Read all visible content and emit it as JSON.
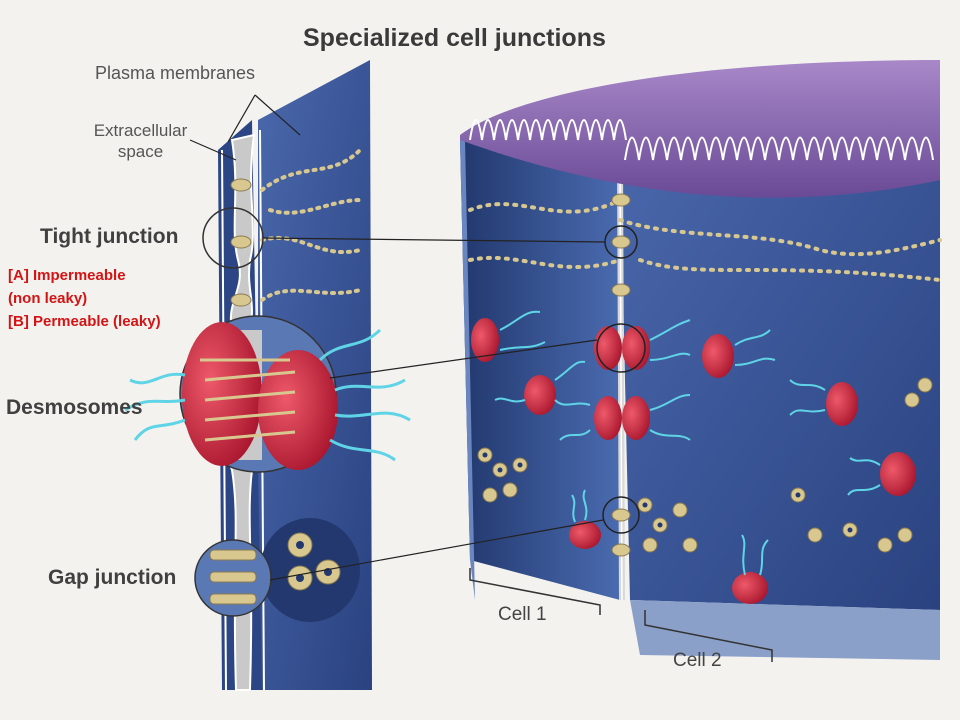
{
  "title": "Specialized cell junctions",
  "labels": {
    "plasma_membranes": "Plasma membranes",
    "extracellular_line1": "Extracellular",
    "extracellular_line2": "space",
    "tight_junction": "Tight junction",
    "desmosomes": "Desmosomes",
    "gap_junction": "Gap junction",
    "cell1": "Cell 1",
    "cell2": "Cell 2"
  },
  "annotations": {
    "a_line1": "[A] Impermeable",
    "a_line2": "(non leaky)",
    "b_line1": "[B] Permeable (leaky)"
  },
  "colors": {
    "cell_blue": "#3c5a9a",
    "cell_dark": "#22386e",
    "membrane": "#c8c8c8",
    "desmosome_red": "#c8203a",
    "filament_cyan": "#5fd4e6",
    "bead_tan": "#d8c890",
    "microvilli_purple": "#8a6aa8",
    "annotation_red": "#d41414"
  }
}
